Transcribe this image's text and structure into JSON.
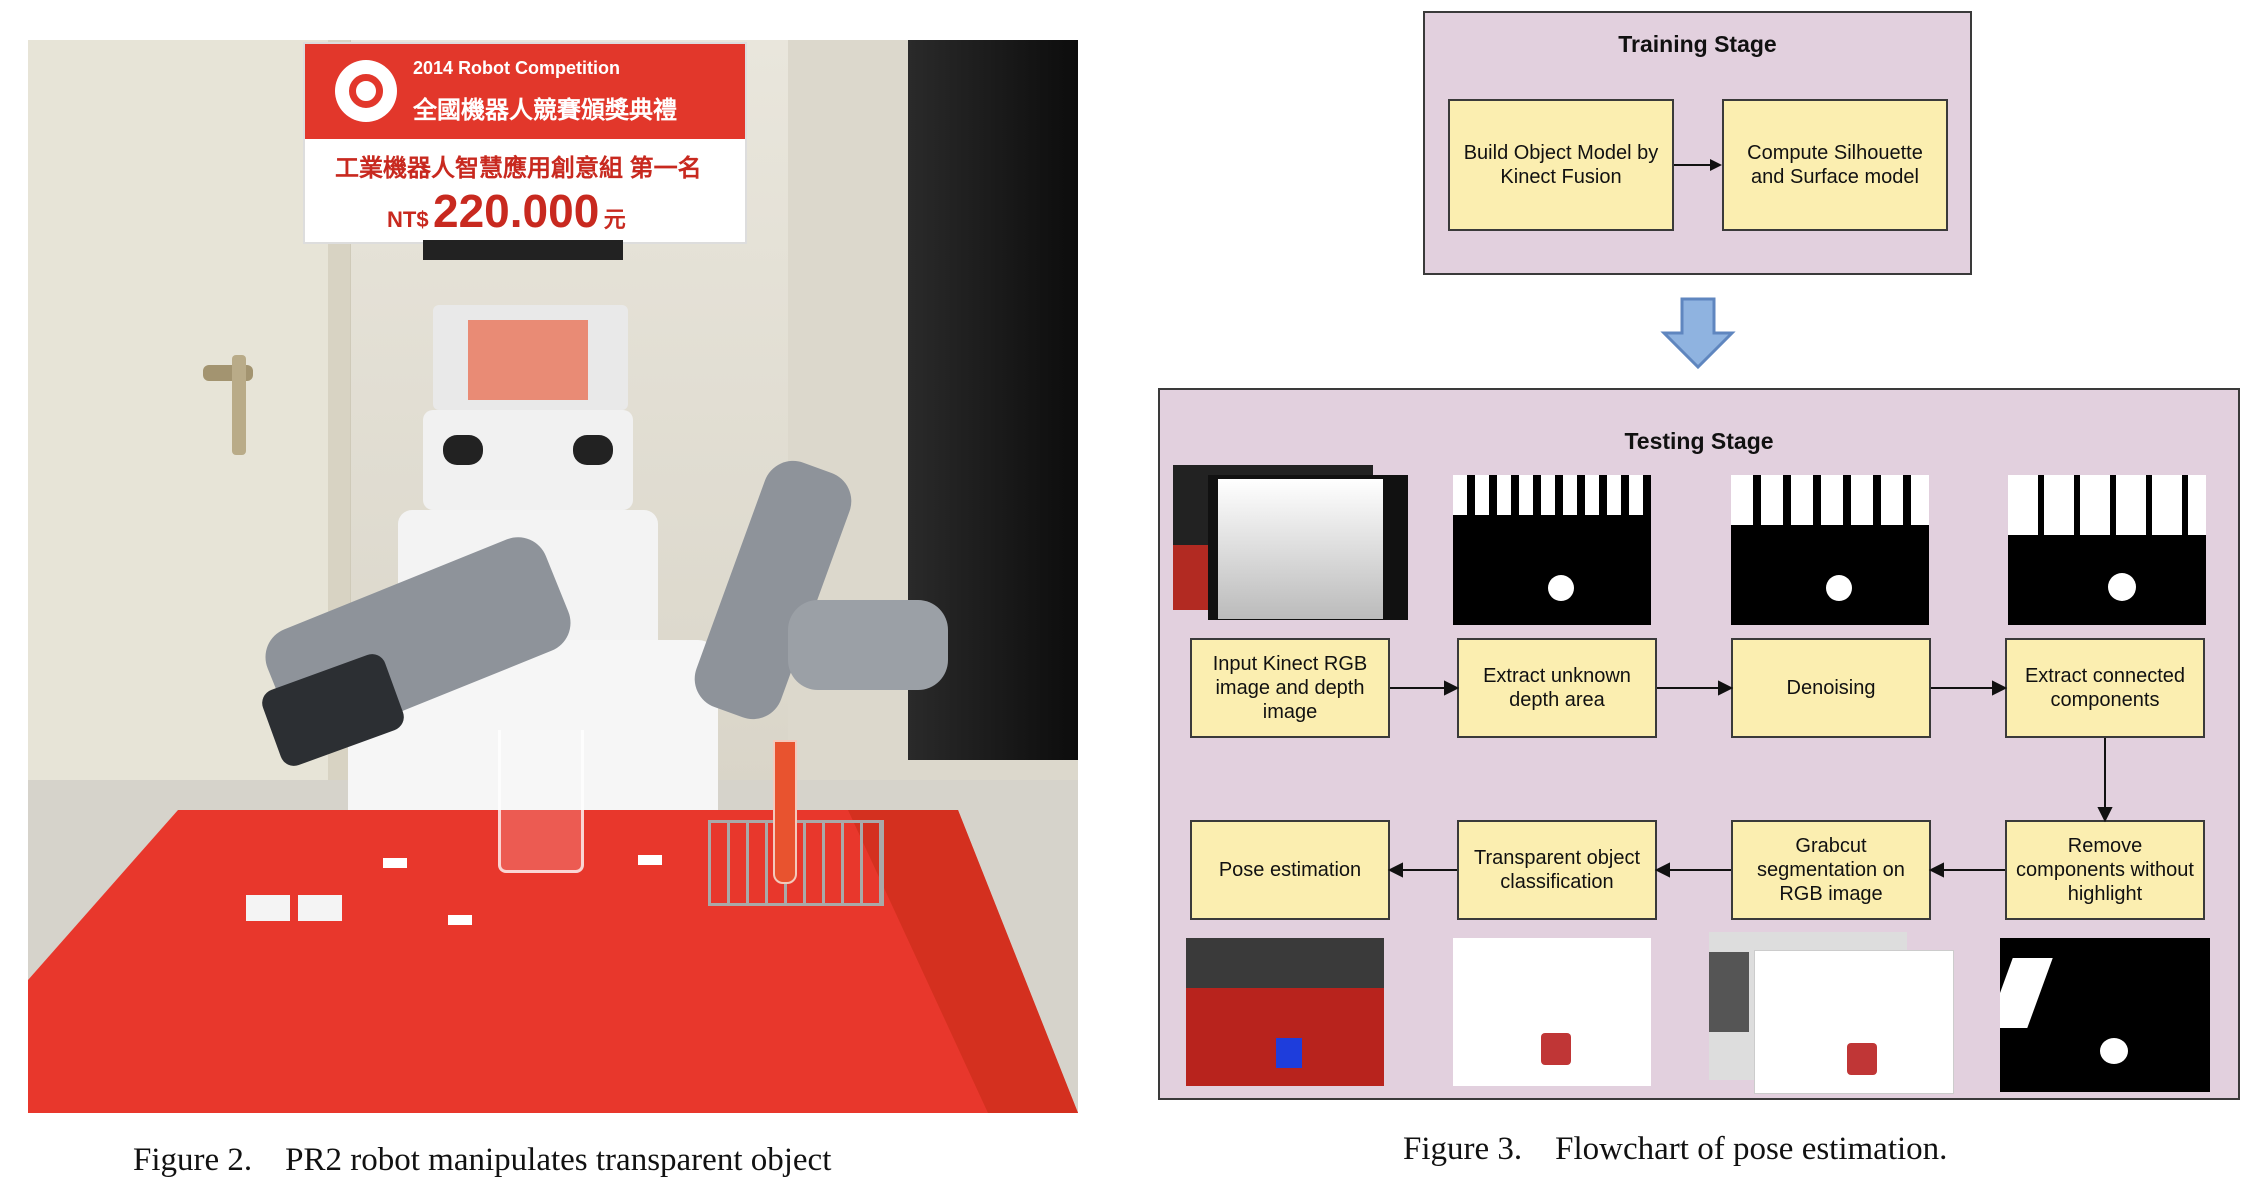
{
  "figure2": {
    "caption": "Figure 2. PR2 robot manipulates transparent object",
    "banner": {
      "year": "2014",
      "event_en": "Robot Competition",
      "event_zh": "全國機器人競賽頒獎典禮",
      "award": "工業機器人智慧應用創意組 第一名",
      "currency": "NT$",
      "prize": "220.000",
      "unit": "元"
    },
    "colors": {
      "banner_red": "#e2372b",
      "table_red": "#e8372c"
    }
  },
  "figure3": {
    "caption": "Figure 3. Flowchart of pose estimation.",
    "training": {
      "title": "Training Stage",
      "steps": [
        "Build Object Model by Kinect Fusion",
        "Compute Silhouette and Surface model"
      ]
    },
    "testing": {
      "title": "Testing Stage",
      "steps": [
        "Input Kinect RGB image and depth image",
        "Extract unknown depth area",
        "Denoising",
        "Extract connected components",
        "Remove components without highlight",
        "Grabcut segmentation on RGB image",
        "Transparent object classification",
        "Pose estimation"
      ]
    },
    "colors": {
      "stage_fill": "#e2d0de",
      "node_fill": "#fbeeb0",
      "down_arrow": "#8fb3e0"
    }
  }
}
